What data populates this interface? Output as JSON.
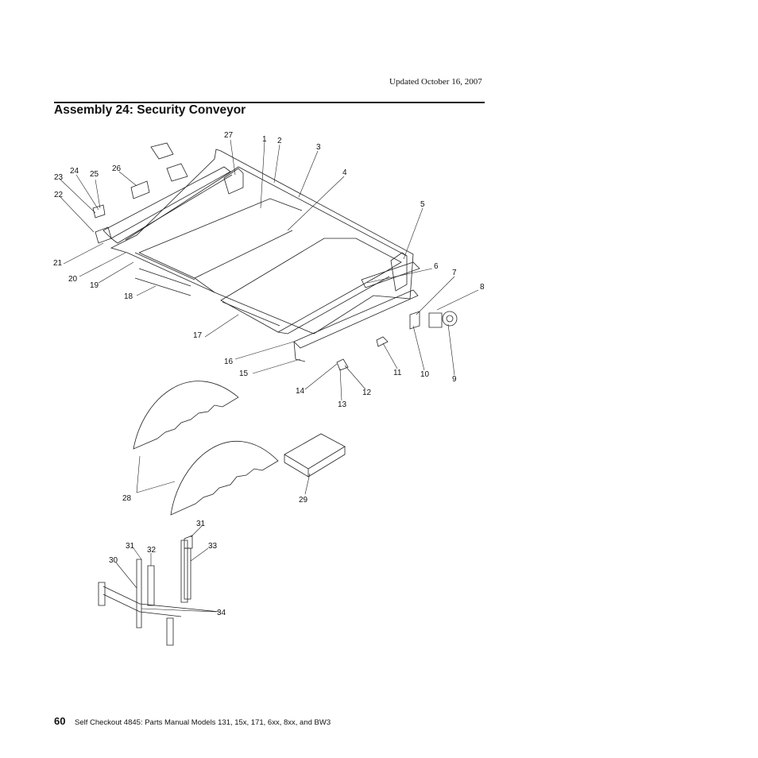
{
  "header": {
    "updated": "Updated October 16, 2007"
  },
  "title": "Assembly 24: Security Conveyor",
  "callouts": [
    "1",
    "2",
    "3",
    "4",
    "5",
    "6",
    "7",
    "8",
    "9",
    "10",
    "11",
    "12",
    "13",
    "14",
    "15",
    "16",
    "17",
    "18",
    "19",
    "20",
    "21",
    "22",
    "23",
    "24",
    "25",
    "26",
    "27",
    "28",
    "29",
    "30",
    "31",
    "31",
    "32",
    "33",
    "34"
  ],
  "footer": {
    "page_number": "60",
    "text": "Self Checkout 4845:  Parts Manual Models 131, 15x, 171, 6xx, 8xx, and BW3"
  }
}
